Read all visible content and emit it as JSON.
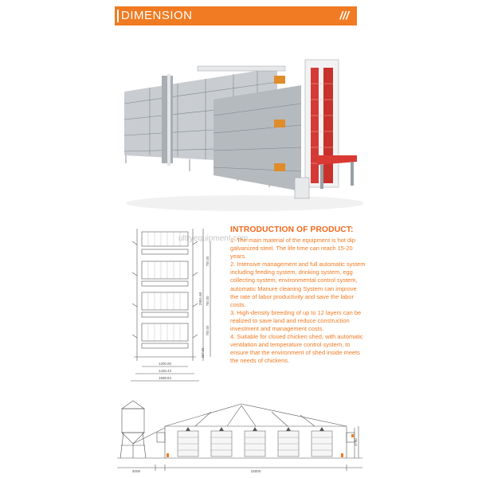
{
  "header": {
    "title": "DIMENSION",
    "ornament": "///"
  },
  "watermark": "ultryequipment.com",
  "introduction": {
    "title": "INTRODUCTION OF PRODUCT:",
    "paragraphs": [
      "1. The main material of the equipment is hot dip  galvanized steel. The life time can reach 15-20 years.",
      "2. Intensive management and full automatic system including feeding system, drinking system, egg collecting system, environmental control system, automatic Manure cleaning System can improve the rate of labor productivity and save the labor costs.",
      "3.   High-density breeding of up to 12 layers can be realized to save land and reduce construction investment and management costs.",
      "4. Suitable for closed chicken shed, with automatic ventilation and temperature control system, to ensure that the environment of shed inside meets the needs of chickens."
    ]
  },
  "drawing_front": {
    "dim_height_total": "2951.60",
    "dim_upper": "700.00",
    "dim_mid": "700.00",
    "dim_lower": "700.00",
    "dim_base": "267.06",
    "dim_width_1": "1200.00",
    "dim_width_2": "1426.43",
    "dim_width_3": "1589.54"
  },
  "drawing_shed": {
    "dim_left": "4000",
    "dim_span": "15000",
    "dim_height": "3760"
  },
  "colors": {
    "accent": "#f07b22",
    "text_accent": "#ee6a1e"
  }
}
